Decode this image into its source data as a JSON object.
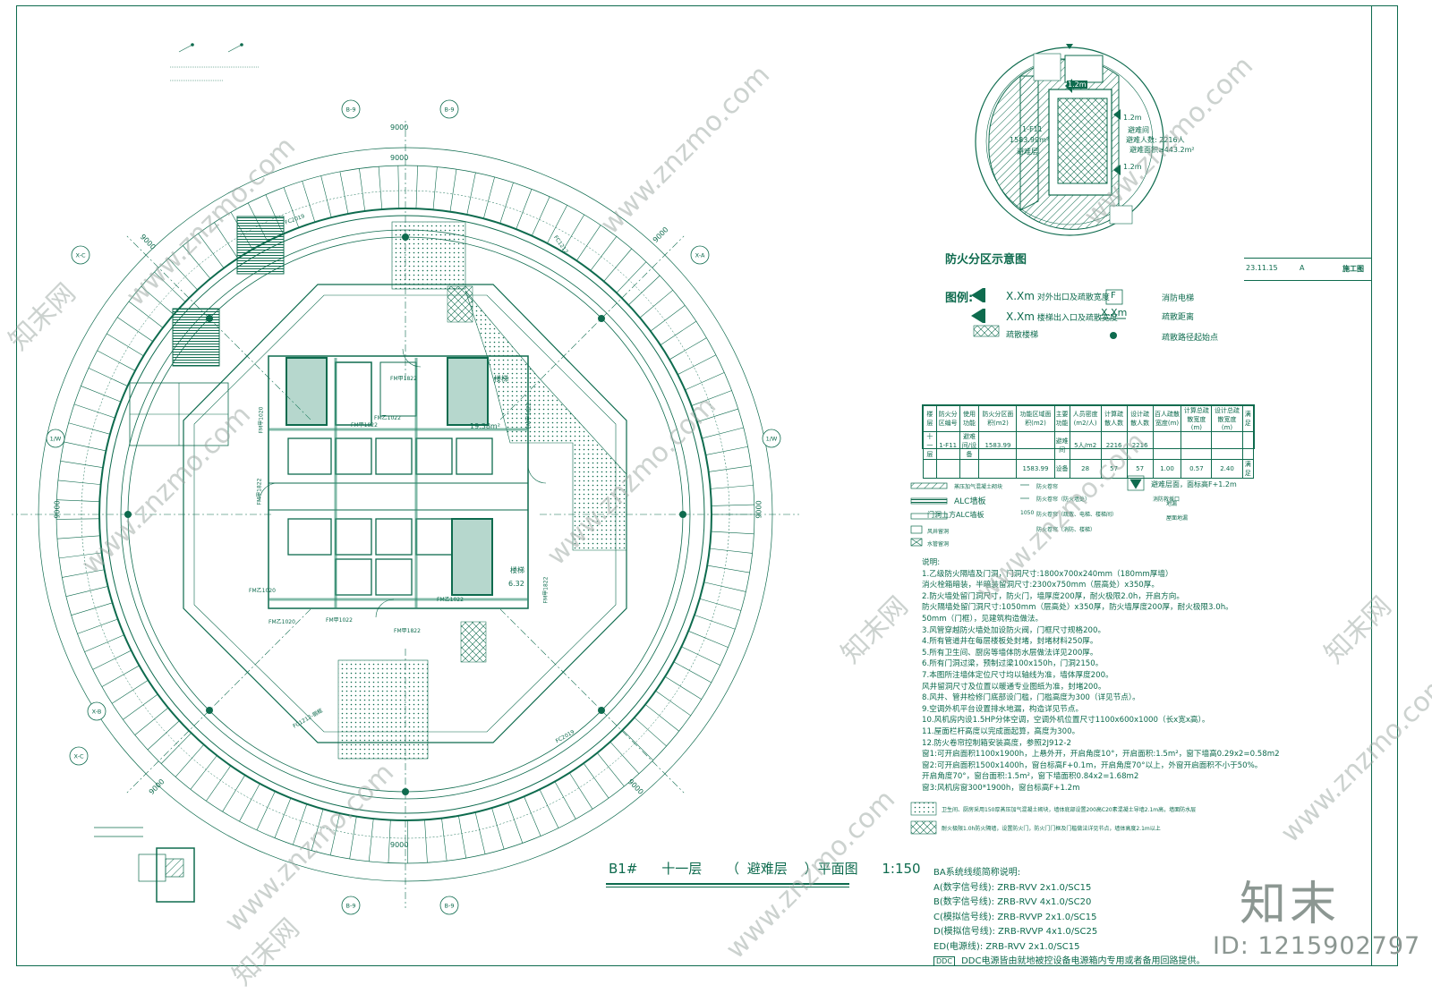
{
  "sheet": {
    "plan_title": {
      "building": "B1#",
      "floor": "十一层",
      "paren_open": "（",
      "type": "避难层",
      "paren_close": "）平面图",
      "scale": "1:150"
    },
    "title_block": {
      "date": "23.11.15",
      "rev": "A",
      "stage": "施工图"
    }
  },
  "fire_zone": {
    "title": "防火分区示意图",
    "inset_labels": {
      "zone": "1-F11",
      "area": "1583.99m²",
      "use": "避难层",
      "w1": "1.2m",
      "w2": "1.2m",
      "w3": "1.2m",
      "people": "避难人数: 2216人",
      "refuge": "避难面积≥443.2m²",
      "corridor": "避难间"
    },
    "legend_heading": "图例:",
    "legend": [
      {
        "symbol": "X.Xm",
        "text": "对外出口及疏散宽度"
      },
      {
        "symbol": "X.Xm",
        "text": "楼梯出入口及疏散宽度"
      },
      {
        "symbol": "",
        "text": "疏散楼梯"
      },
      {
        "symbol": "F",
        "text": "消防电梯"
      },
      {
        "symbol": "X.Xm",
        "text": "疏散距离"
      },
      {
        "symbol": "",
        "text": "疏散路径起始点"
      }
    ]
  },
  "table": {
    "headers": [
      "楼层",
      "防火分区编号",
      "使用功能",
      "防火分区面积(m2)",
      "功能区域面积(m2)",
      "主要功能",
      "人员密度(m2/人)",
      "计算疏散人数",
      "设计疏散人数",
      "百人疏散宽度(m)",
      "计算总疏散宽度(m)",
      "设计总疏散宽度(m)",
      "满足"
    ],
    "row1": [
      "十一层",
      "1-F11",
      "避难间/设备",
      "1583.99",
      "",
      "避难间",
      "5人/m2",
      "2216",
      "2216",
      "",
      "",
      "",
      ""
    ],
    "row2": [
      "",
      "",
      "",
      "",
      "1583.99",
      "设备",
      "28",
      "57",
      "57",
      "1.00",
      "0.57",
      "2.40",
      "满足"
    ]
  },
  "legend2": [
    {
      "text": "蒸压加气混凝土砌块"
    },
    {
      "text": "ALC墙板"
    },
    {
      "text": "门洞上方ALC墙板"
    },
    {
      "text": "风井留洞"
    },
    {
      "text": "水管留洞"
    },
    {
      "text": "防火卷帘"
    },
    {
      "text": "防火卷帘（防火墙处）"
    },
    {
      "text": "防火卷帘（疏散、电梯、楼梯间）"
    },
    {
      "text": "防火卷帘（消防、楼梯）"
    },
    {
      "text": "消防救援口"
    },
    {
      "text": "避难层面，面标高F+1.2m"
    },
    {
      "text": "地漏"
    },
    {
      "text": "屋面地漏"
    },
    {
      "text": "1050"
    }
  ],
  "notes": [
    "说明:",
    "1.乙级防火隔墙及门洞，门洞尺寸:1800x700x240mm（180mm厚墙）",
    "  消火栓箱暗装，半暗装留洞尺寸:2300x750mm（层高处）x350厚。",
    "2.防火墙处留门洞尺寸，防火门，墙厚度200厚，耐火极限2.0h，开启方向。",
    "  防火隔墙处留门洞尺寸:1050mm（层高处）x350厚，防火墙厚度200厚，耐火极限3.0h。",
    "  50mm（门框），见建筑构造做法。",
    "3.风管穿越防火墙处加设防火阀，门框尺寸规格200。",
    "4.所有管道井在每层楼板处封堵，封堵材料250厚。",
    "5.所有卫生间、厨房等墙体防水层做法详见200厚。",
    "6.所有门洞过梁，预制过梁100x150h，门洞2150。",
    "7.本图所注墙体定位尺寸均以轴线为准，墙体厚度200。",
    "  风井留洞尺寸及位置以暖通专业图纸为准，封堵200。",
    "8.风井、管井检修门底部设门槛，门槛高度为300（详见节点）。",
    "9.空调外机平台设置排水地漏，构造详见节点。",
    "10.风机房内设1.5HP分体空调，空调外机位置尺寸1100x600x1000（长x宽x高）。",
    "11.屋面栏杆高度以完成面起算，高度为300。",
    "12.防火卷帘控制箱安装高度，参照2J912-2",
    "窗1:可开启面积1100x1900h，上悬外开，开启角度10°，开启面积:1.5m²，窗下墙高0.29x2=0.58m2",
    "窗2:可开启面积1500x1400h，窗台标高F+0.1m，开启角度70°以上，外窗开启面积不小于50%。",
    "  开启角度70°，窗台面积:1.5m²，窗下墙面积0.84x2=1.68m2",
    "窗3:风机房窗300*1900h，窗台标高F+1.2m"
  ],
  "hatch_notes": [
    "卫生间、厨房采用150厚蒸压加气混凝土砌块，墙体底部设置200高C20素混凝土导墙2.1m高，墙面防水层",
    "耐火极限1.0h防火隔墙，设置防火门，防火门门框及门槛做法详见节点，墙体高度2.1m以上"
  ],
  "ba": {
    "title": "BA系统线缆简称说明:",
    "lines": [
      "A(数字信号线): ZRB-RVV 2x1.0/SC15",
      "B(数字信号线): ZRB-RVV 4x1.0/SC20",
      "C(模拟信号线): ZRB-RVVP 2x1.0/SC15",
      "D(模拟信号线): ZRB-RVVP 4x1.0/SC25",
      "ED(电源线): ZRB-RVV 2x1.0/SC15"
    ],
    "ddc_tag": "DDC",
    "ddc_text": "DDC电源皆由就地被控设备电源箱内专用或者备用回路提供。"
  },
  "plan_labels": {
    "dims": [
      "9000",
      "9000",
      "9000",
      "9000",
      "9000",
      "9000",
      "9000",
      "9000",
      "9000"
    ],
    "axes": [
      "B-9",
      "B-9",
      "B-9",
      "B-9",
      "X-C",
      "X-A",
      "X-C",
      "X-B",
      "1/W",
      "1/W"
    ],
    "rooms": [
      "FM甲1822",
      "FM甲1822",
      "FM乙1022",
      "FM甲1020",
      "FM乙1020",
      "FM甲1022",
      "FM甲1822",
      "FM甲1822",
      "FM乙1020",
      "FM乙1022",
      "FM甲1822",
      "FM甲1822",
      "FC1212-钢框",
      "FC2019",
      "FC1212",
      "FC2019",
      "19.38m²",
      "6.32",
      "楼梯",
      "楼梯"
    ]
  },
  "watermark": {
    "brand": "知末",
    "image_id": "ID: 1215902797",
    "site": "www.znzmo.com",
    "site_cn": "知末网"
  },
  "colors": {
    "ink": "#0e6b4e",
    "watermark": "#8c9792"
  }
}
